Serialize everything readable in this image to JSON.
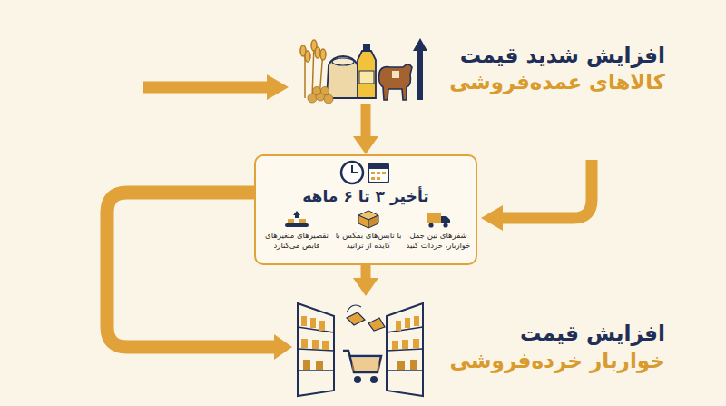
{
  "diagram": {
    "nodes": [
      {
        "text": [
          "افزایش شدید قیمت",
          "کالاهای عمده‌فروشی"
        ]
      },
      {
        "text": [
          "تأخیر ۳ تا ۶ ماهه"
        ]
      },
      {
        "text": [
          "شفرهای تین جمل خواربار، حردات کنید"
        ],
        "in": 1
      },
      {
        "text": [
          "با تابس‌های بمکس با کایده از ترانید"
        ],
        "in": 1
      },
      {
        "text": [
          "تقصیرهای متغیرهای قابص می‌کنارد"
        ],
        "in": 1
      },
      {
        "text": [
          "افزایش قیمت",
          "خواربار خرده‌فروشی"
        ]
      }
    ],
    "edges": [
      {
        "from": 0,
        "to": 1,
        "arrow": "to"
      },
      {
        "from": 1,
        "to": 5,
        "arrow": "to"
      },
      {
        "from": 1,
        "to": 5,
        "arrow": "to"
      }
    ]
  }
}
